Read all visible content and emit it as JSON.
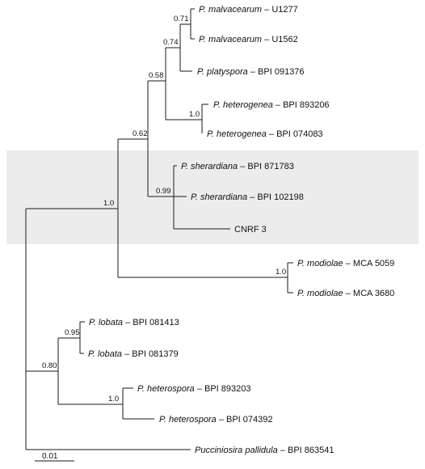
{
  "colors": {
    "line": "#1a1a1a",
    "highlight": "#ececec",
    "text": "#111111"
  },
  "taxa": [
    {
      "id": "t1",
      "name": "P. malvacearum",
      "code": "U1277"
    },
    {
      "id": "t2",
      "name": "P. malvacearum",
      "code": "U1562"
    },
    {
      "id": "t3",
      "name": "P. platyspora",
      "code": "BPI 091376"
    },
    {
      "id": "t4",
      "name": "P. heterogenea",
      "code": "BPI 893206"
    },
    {
      "id": "t5",
      "name": "P. heterogenea",
      "code": "BPI 074083"
    },
    {
      "id": "t6",
      "name": "P. sherardiana",
      "code": "BPI 871783"
    },
    {
      "id": "t7",
      "name": "P. sherardiana",
      "code": "BPI 102198"
    },
    {
      "id": "t8",
      "name": "",
      "code": "CNRF 3"
    },
    {
      "id": "t9",
      "name": "P. modiolae",
      "code": "MCA 5059"
    },
    {
      "id": "t10",
      "name": "P. modiolae",
      "code": "MCA 3680"
    },
    {
      "id": "t11",
      "name": "P. lobata",
      "code": "BPI 081413"
    },
    {
      "id": "t12",
      "name": "P. lobata",
      "code": "BPI 081379"
    },
    {
      "id": "t13",
      "name": "P. heterospora",
      "code": "BPI 893203"
    },
    {
      "id": "t14",
      "name": "P. heterospora",
      "code": "BPI 074392"
    },
    {
      "id": "t15",
      "name": "Pucciniosira pallidula",
      "code": "BPI 863541"
    }
  ],
  "support_values": {
    "malvacearum_clade": "0.71",
    "platyspora_clade": "0.74",
    "upper_clade": "0.58",
    "heterogenea_clade": "1.0",
    "sherardiana_group": "0.62",
    "sherardiana_clade": "0.99",
    "ingroup_clade": "1.0",
    "modiolae_clade": "1.0",
    "lobata_heterospora_clade": "0.80",
    "lobata_clade": "0.95",
    "heterospora_clade": "1.0"
  },
  "separator": "–",
  "scale_bar": {
    "label": "0.01"
  }
}
